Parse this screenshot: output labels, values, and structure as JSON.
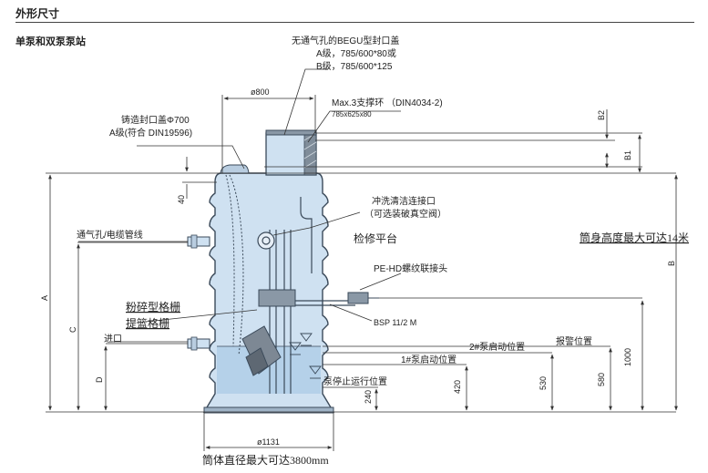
{
  "header": {
    "title": "外形尺寸",
    "subtitle": "单泵和双泵泵站"
  },
  "labels": {
    "cover_name": "无通气孔的BEGU型封口盖",
    "cover_a": "A级，785/600*80或",
    "cover_b": "B级，785/600*125",
    "dia800": "ø800",
    "support_ring": "Max.3支撑环 （DIN4034-2)",
    "ring_size": "785x625x80",
    "cast_cover": "铸造封口盖Φ700",
    "cast_cover_class": "A级(符合 DIN19596)",
    "b2": "B2",
    "b1": "B1",
    "dim40": "40",
    "flush_port": "冲洗清洁连接口",
    "flush_port_note": "（可选装破真空阀）",
    "vent": "通气孔/电缆管线",
    "platform": "检修平台",
    "shaft_height": "筒身高度最大可达14米",
    "b": "B",
    "pe_hd": "PE-HD螺纹联接头",
    "a": "A",
    "c": "C",
    "grinder": "粉碎型格栅",
    "basket": "提篮格栅",
    "bsp": "BSP 11/2   M",
    "inlet": "进口",
    "alarm": "报警位置",
    "pump2_start": "2#泵启动位置",
    "pump1_start": "1#泵启动位置",
    "pump_stop": "泵停止运行位置",
    "d": "D",
    "dim1000": "1000",
    "dim580": "580",
    "dim530": "530",
    "dim420": "420",
    "dim240": "240",
    "dia1131": "ø1131",
    "diameter_max": "筒体直径最大可达3800mm"
  },
  "colors": {
    "tank_fill": "#cfe1f1",
    "tank_stroke": "#3b4a5a",
    "line": "#333333",
    "water": "#9fc3e2"
  }
}
